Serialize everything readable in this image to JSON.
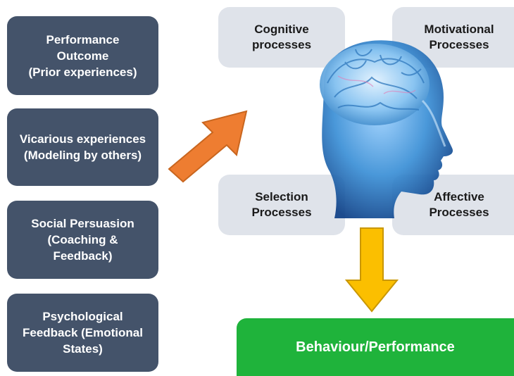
{
  "sources": [
    {
      "label": "Performance\nOutcome\n(Prior experiences)"
    },
    {
      "label": "Vicarious experiences\n(Modeling by others)"
    },
    {
      "label": "Social Persuasion\n(Coaching &\nFeedback)"
    },
    {
      "label": "Psychological\nFeedback (Emotional\nStates)"
    }
  ],
  "processes": {
    "cognitive": "Cognitive\nprocesses",
    "motivational": "Motivational\nProcesses",
    "selection": "Selection\nProcesses",
    "affective": "Affective\nProcesses"
  },
  "result": {
    "label": "Behaviour/Performance"
  },
  "colors": {
    "source_box": "#44536a",
    "process_box": "#dfe3ea",
    "orange_arrow": "#ee7d31",
    "yellow_arrow": "#fbbf00",
    "result_box": "#1fb33b",
    "head": "#3a8fd6"
  },
  "icons": {
    "head": "human-head-brain-icon"
  }
}
